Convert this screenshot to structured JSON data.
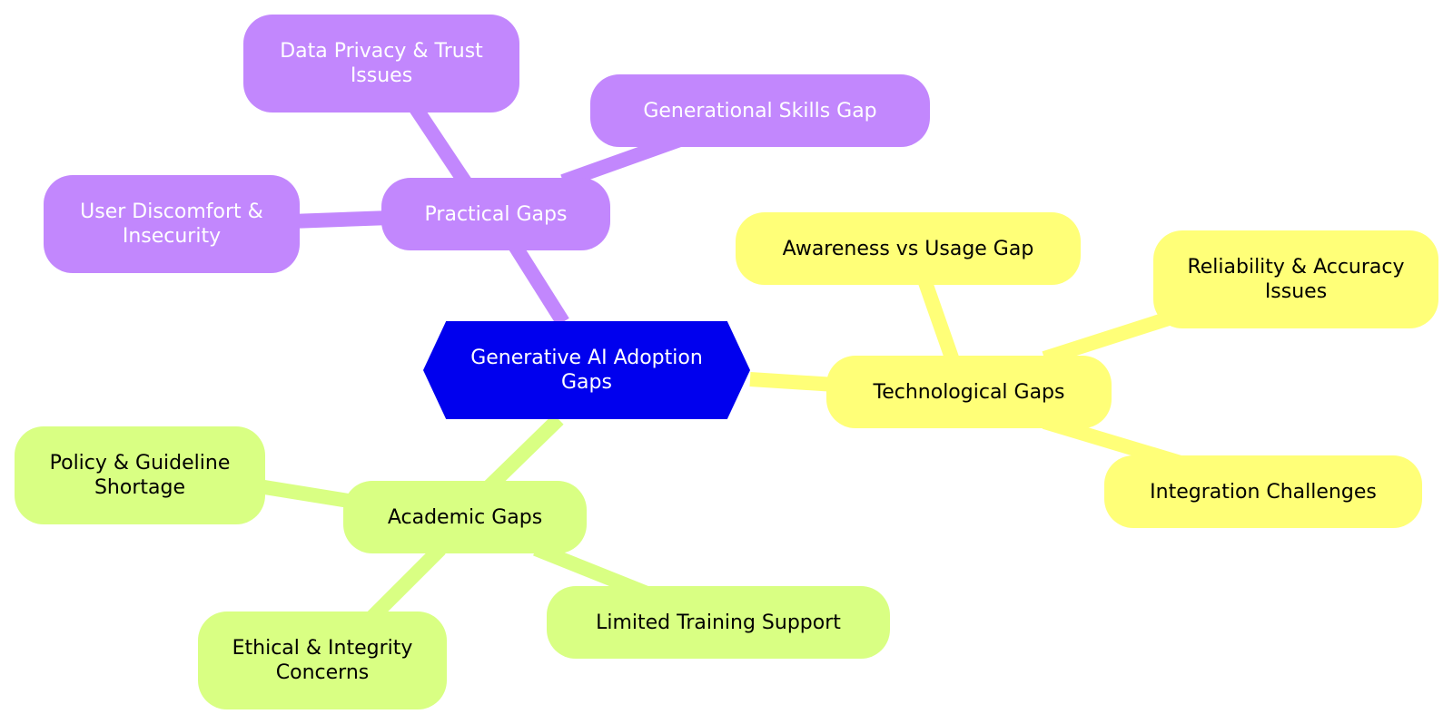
{
  "mindmap": {
    "root": {
      "label": "Generative AI Adoption\nGaps",
      "color": "#0000ee"
    },
    "branches": [
      {
        "label": "Practical Gaps",
        "color": "#c287fd",
        "children": [
          {
            "label": "Data Privacy & Trust\nIssues"
          },
          {
            "label": "Generational Skills Gap"
          },
          {
            "label": "User Discomfort &\nInsecurity"
          }
        ]
      },
      {
        "label": "Technological Gaps",
        "color": "#ffff78",
        "children": [
          {
            "label": "Awareness vs Usage Gap"
          },
          {
            "label": "Reliability & Accuracy\nIssues"
          },
          {
            "label": "Integration Challenges"
          }
        ]
      },
      {
        "label": "Academic Gaps",
        "color": "#d9ff83",
        "children": [
          {
            "label": "Policy & Guideline\nShortage"
          },
          {
            "label": "Limited Training Support"
          },
          {
            "label": "Ethical & Integrity\nConcerns"
          }
        ]
      }
    ]
  }
}
